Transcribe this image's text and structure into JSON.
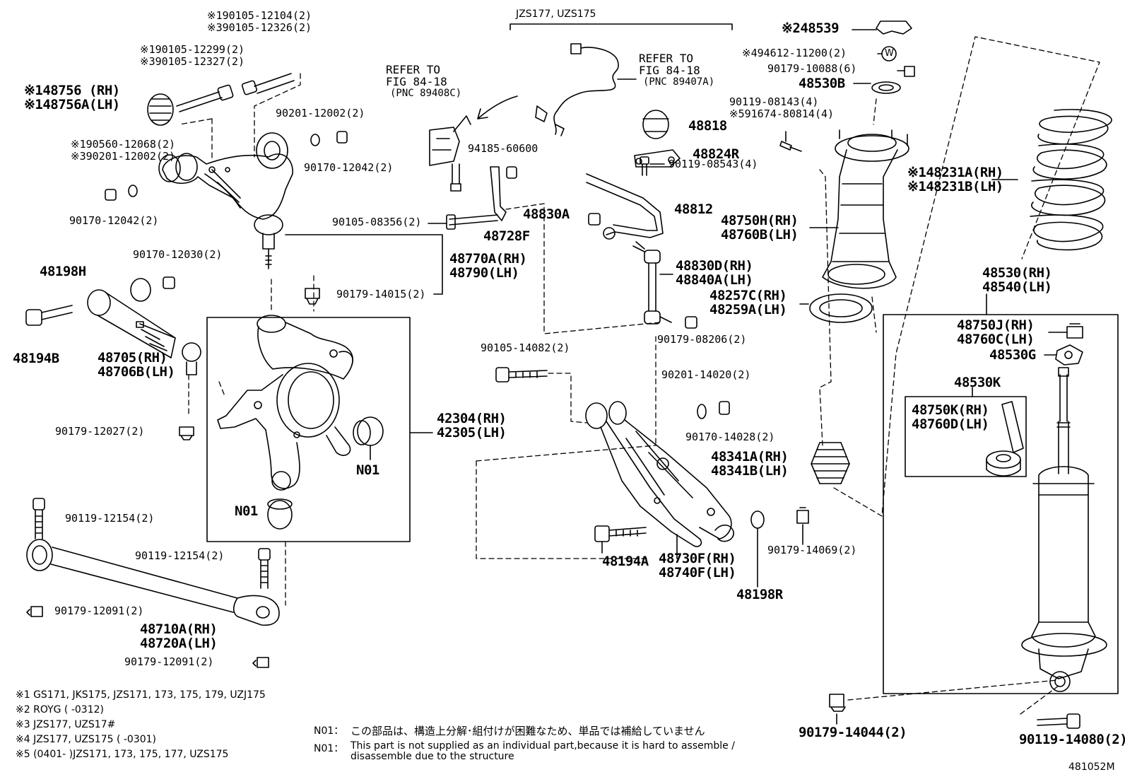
{
  "diagram_code": "481052M",
  "model_header": "JZS177, UZS175",
  "references": [
    {
      "line1": "REFER TO",
      "line2": "FIG 84-18",
      "line3": "(PNC 89408C)"
    },
    {
      "line1": "REFER TO",
      "line2": "FIG 84-18",
      "line3": "(PNC 89407A)"
    }
  ],
  "parts": [
    {
      "id": "p01",
      "lines": [
        "※190105-12104(2)",
        "※390105-12326(2)"
      ]
    },
    {
      "id": "p02",
      "lines": [
        "※190105-12299(2)",
        "※390105-12327(2)"
      ]
    },
    {
      "id": "p03",
      "lines": [
        "※148756 (RH)",
        "※148756A(LH)"
      ]
    },
    {
      "id": "p04",
      "lines": [
        "90201-12002(2)"
      ]
    },
    {
      "id": "p05",
      "lines": [
        "※190560-12068(2)",
        "※390201-12002(2)"
      ]
    },
    {
      "id": "p06",
      "lines": [
        "90170-12042(2)"
      ]
    },
    {
      "id": "p07",
      "lines": [
        "90170-12042(2)"
      ]
    },
    {
      "id": "p08",
      "lines": [
        "90170-12030(2)"
      ]
    },
    {
      "id": "p09",
      "lines": [
        "48198H"
      ]
    },
    {
      "id": "p10",
      "lines": [
        "48194B"
      ]
    },
    {
      "id": "p11",
      "lines": [
        "48705(RH)",
        "48706B(LH)"
      ]
    },
    {
      "id": "p12",
      "lines": [
        "90179-12027(2)"
      ]
    },
    {
      "id": "p13",
      "lines": [
        "90119-12154(2)"
      ]
    },
    {
      "id": "p14",
      "lines": [
        "90119-12154(2)"
      ]
    },
    {
      "id": "p15",
      "lines": [
        "90179-12091(2)"
      ]
    },
    {
      "id": "p16",
      "lines": [
        "48710A(RH)",
        "48720A(LH)"
      ]
    },
    {
      "id": "p17",
      "lines": [
        "90179-12091(2)"
      ]
    },
    {
      "id": "p18",
      "lines": [
        "48770A(RH)",
        "48790(LH)"
      ]
    },
    {
      "id": "p19",
      "lines": [
        "90179-14015(2)"
      ]
    },
    {
      "id": "p20",
      "lines": [
        "42304(RH)",
        "42305(LH)"
      ]
    },
    {
      "id": "p21",
      "lines": [
        "N01"
      ]
    },
    {
      "id": "p22",
      "lines": [
        "N01"
      ]
    },
    {
      "id": "p23",
      "lines": [
        "94185-60600"
      ]
    },
    {
      "id": "p24",
      "lines": [
        "90105-08356(2)"
      ]
    },
    {
      "id": "p25",
      "lines": [
        "48728F"
      ]
    },
    {
      "id": "p26",
      "lines": [
        "48830A"
      ]
    },
    {
      "id": "p27",
      "lines": [
        "48812"
      ]
    },
    {
      "id": "p28",
      "lines": [
        "48818"
      ]
    },
    {
      "id": "p29",
      "lines": [
        "48824R"
      ]
    },
    {
      "id": "p30",
      "lines": [
        "90119-08543(4)"
      ]
    },
    {
      "id": "p31",
      "lines": [
        "48830D(RH)",
        "48840A(LH)"
      ]
    },
    {
      "id": "p32",
      "lines": [
        "90179-08206(2)"
      ]
    },
    {
      "id": "p33",
      "lines": [
        "90105-14082(2)"
      ]
    },
    {
      "id": "p34",
      "lines": [
        "90201-14020(2)"
      ]
    },
    {
      "id": "p35",
      "lines": [
        "90170-14028(2)"
      ]
    },
    {
      "id": "p36",
      "lines": [
        "48194A"
      ]
    },
    {
      "id": "p37",
      "lines": [
        "48730F(RH)",
        "48740F(LH)"
      ]
    },
    {
      "id": "p38",
      "lines": [
        "48198R"
      ]
    },
    {
      "id": "p39",
      "lines": [
        "90179-14069(2)"
      ]
    },
    {
      "id": "p40",
      "lines": [
        "48341A(RH)",
        "48341B(LH)"
      ]
    },
    {
      "id": "p41",
      "lines": [
        "48257C(RH)",
        "48259A(LH)"
      ]
    },
    {
      "id": "p42",
      "lines": [
        "48750H(RH)",
        "48760B(LH)"
      ]
    },
    {
      "id": "p43",
      "lines": [
        "90119-08143(4)",
        "※591674-80814(4)"
      ]
    },
    {
      "id": "p44",
      "lines": [
        "48530B"
      ]
    },
    {
      "id": "p45",
      "lines": [
        "90179-10088(6)"
      ]
    },
    {
      "id": "p46",
      "lines": [
        "※494612-11200(2)"
      ]
    },
    {
      "id": "p47",
      "lines": [
        "※248539"
      ]
    },
    {
      "id": "p48",
      "lines": [
        "※148231A(RH)",
        "※148231B(LH)"
      ]
    },
    {
      "id": "p49",
      "lines": [
        "48530(RH)",
        "48540(LH)"
      ]
    },
    {
      "id": "p50",
      "lines": [
        "48750J(RH)",
        "48760C(LH)"
      ]
    },
    {
      "id": "p51",
      "lines": [
        "48530G"
      ]
    },
    {
      "id": "p52",
      "lines": [
        "48530K"
      ]
    },
    {
      "id": "p53",
      "lines": [
        "48750K(RH)",
        "48760D(LH)"
      ]
    },
    {
      "id": "p54",
      "lines": [
        "90179-14044(2)"
      ]
    },
    {
      "id": "p55",
      "lines": [
        "90119-14080(2)"
      ]
    }
  ],
  "washer_mark": "W",
  "footnotes": [
    "※1  GS171, JKS175, JZS171, 173, 175, 179, UZJ175",
    "※2  ROYG (        -0312)",
    "※3  JZS177, UZS17#",
    "※4  JZS177, UZS175 (         -0301)",
    "※5 (0401-       )JZS171, 173, 175, 177, UZS175"
  ],
  "n01_notes": [
    {
      "code": "N01：",
      "text": "この部品は、構造上分解･組付けが困難なため、単品では補給していません"
    },
    {
      "code": "N01：",
      "text": "This part is not supplied as an individual part,because it is hard to assemble /"
    },
    {
      "code": "",
      "text": "disassemble due to the structure"
    }
  ]
}
